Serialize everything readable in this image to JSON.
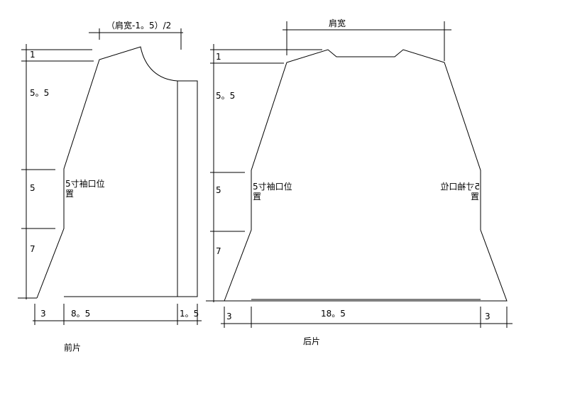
{
  "front_piece": {
    "caption": "前片",
    "shoulder_dim": "（肩宽-1。5）/2",
    "dim_top": "1",
    "dim_upper": "5。5",
    "dim_mid": "5",
    "dim_lower": "7",
    "armhole_note_line1": "5寸袖口位",
    "armhole_note_line2": "置",
    "bottom_left": "3",
    "bottom_main": "8。5",
    "bottom_right": "1。5"
  },
  "back_piece": {
    "caption": "后片",
    "shoulder_dim": "肩宽",
    "dim_top": "1",
    "dim_upper": "5。5",
    "dim_mid": "5",
    "dim_lower": "7",
    "armhole_note_left_line1": "5寸袖口位",
    "armhole_note_left_line2": "置",
    "armhole_note_right_line1": "5寸袖口位",
    "armhole_note_right_line2": "置",
    "bottom_left": "3",
    "bottom_main": "18。5",
    "bottom_right": "3"
  }
}
